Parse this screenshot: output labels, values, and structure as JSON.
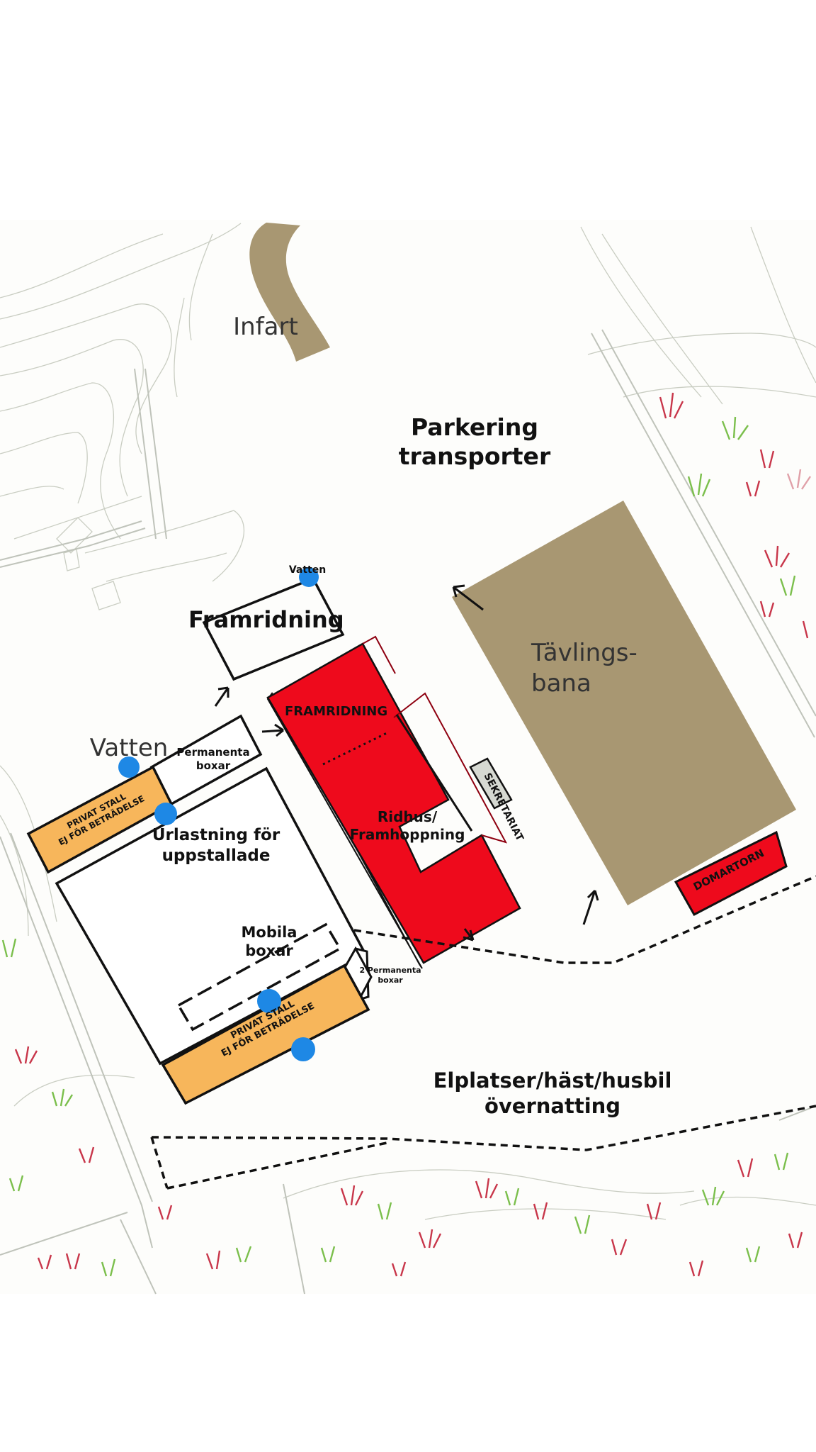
{
  "map": {
    "colors": {
      "road": "#a89772",
      "building": "#ee0a1c",
      "private_stable": "#f7b65b",
      "water": "#1e88e5",
      "secretariat": "#d6d9d2",
      "vegetation": "#c8364a",
      "topo_lines": "#c7cbbf"
    },
    "labels": {
      "entrance": "Infart",
      "parking": "Parkering\ntransporter",
      "water_small": "Vatten",
      "warmup": "Framridning",
      "competition_arena": "Tävlings-\nbana",
      "water_large": "Vatten",
      "permanent_boxes": "Permanenta\nboxar",
      "warmup_indoor": "FRAMRIDNING",
      "riding_hall": "Ridhus/\nFramhoppning",
      "secretariat": "SEKRETARIAT",
      "judge_tower": "DOMARTORN",
      "private_stable_1": "PRIVAT STALL\nEJ FÖR BETRÄDELSE",
      "unloading": "Urlastning för\nuppstallade",
      "mobile_boxes": "Mobila\nboxar",
      "two_permanent_boxes": "2 Permanenta\nboxar",
      "private_stable_2": "PRIVAT STALL\nEJ FÖR BETRÄDELSE",
      "electric_spots": "Elplatser/häst/husbil\növernatting"
    },
    "icons": [
      "water-point-icon",
      "direction-arrow-icon",
      "grass-tuft-icon"
    ]
  }
}
